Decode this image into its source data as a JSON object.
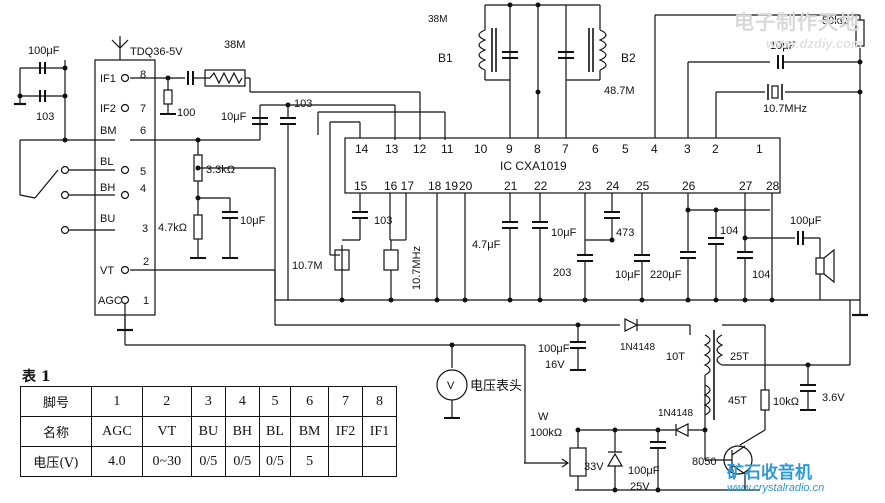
{
  "module": {
    "label": "TDQ36-5V",
    "pins": [
      {
        "name": "IF1",
        "num": "8"
      },
      {
        "name": "IF2",
        "num": "7"
      },
      {
        "name": "BM",
        "num": "6"
      },
      {
        "name": "BL",
        "num": "5"
      },
      {
        "name": "BH",
        "num": "4"
      },
      {
        "name": "BU",
        "num": "3"
      },
      {
        "name": "VT",
        "num": "2"
      },
      {
        "name": "AGC",
        "num": "1"
      }
    ]
  },
  "ic": {
    "label": "IC  CXA1019",
    "top_pins": [
      "14",
      "13",
      "12",
      "11",
      "10",
      "9",
      "8",
      "7",
      "6",
      "5",
      "4",
      "3",
      "2",
      "1"
    ],
    "bottom_pins": [
      "15",
      "16 17",
      "18 19",
      "20",
      "21",
      "22",
      "23",
      "24",
      "25",
      "26",
      "27",
      "28"
    ]
  },
  "components": {
    "c_100uf_top": "100μF",
    "c_103_left": "103",
    "r_100": "100",
    "inductor_38m": "38M",
    "c_10uf_a": "10μF",
    "c_103_a": "103",
    "r_33k": "3.3kΩ",
    "r_47k": "4.7kΩ",
    "c_10uf_b": "10μF",
    "coil_38m": "38M",
    "b1": "B1",
    "b2": "B2",
    "freq_487": "48.7M",
    "pot_50k": "50kΩ",
    "c_10uf_c": "10μF",
    "crystal_107": "10.7MHz",
    "c_103_b": "103",
    "filt_107m": "10.7M",
    "filt_107mhz": "10.7MHz",
    "c_47uf": "4.7μF",
    "c_10uf_d": "10μF",
    "c_473": "473",
    "c_203": "203",
    "c_10uf_e": "10μF",
    "c_220uf": "220μF",
    "c_104_a": "104",
    "c_104_b": "104",
    "c_100uf_spk": "100μF",
    "d_1n4148_a": "1N4148",
    "d_1n4148_b": "1N4148",
    "c_100uf_16v": "100μF",
    "v_16v": "16V",
    "t_10t": "10T",
    "t_25t": "25T",
    "t_45t": "45T",
    "r_10k": "10kΩ",
    "v_36v": "3.6V",
    "meter_symbol": "V",
    "meter_label": "电压表头",
    "w_label": "W",
    "w_value": "100kΩ",
    "z_33v": "33V",
    "c_100uf_25v": "100μF",
    "v_25v": "25V",
    "q_8050": "8050"
  },
  "table": {
    "title": "表 1",
    "rows": [
      {
        "header": "脚号",
        "cells": [
          "1",
          "2",
          "3",
          "4",
          "5",
          "6",
          "7",
          "8"
        ]
      },
      {
        "header": "名称",
        "cells": [
          "AGC",
          "VT",
          "BU",
          "BH",
          "BL",
          "BM",
          "IF2",
          "IF1"
        ]
      },
      {
        "header": "电压(V)",
        "cells": [
          "4.0",
          "0~30",
          "0/5",
          "0/5",
          "0/5",
          "5",
          "",
          ""
        ]
      }
    ]
  },
  "watermarks": {
    "top_cn": "电子制作天地",
    "top_url": "www.dzdiy.com",
    "bottom_cn": "矿石收音机",
    "bottom_url": "www.crystalradio.cn"
  }
}
